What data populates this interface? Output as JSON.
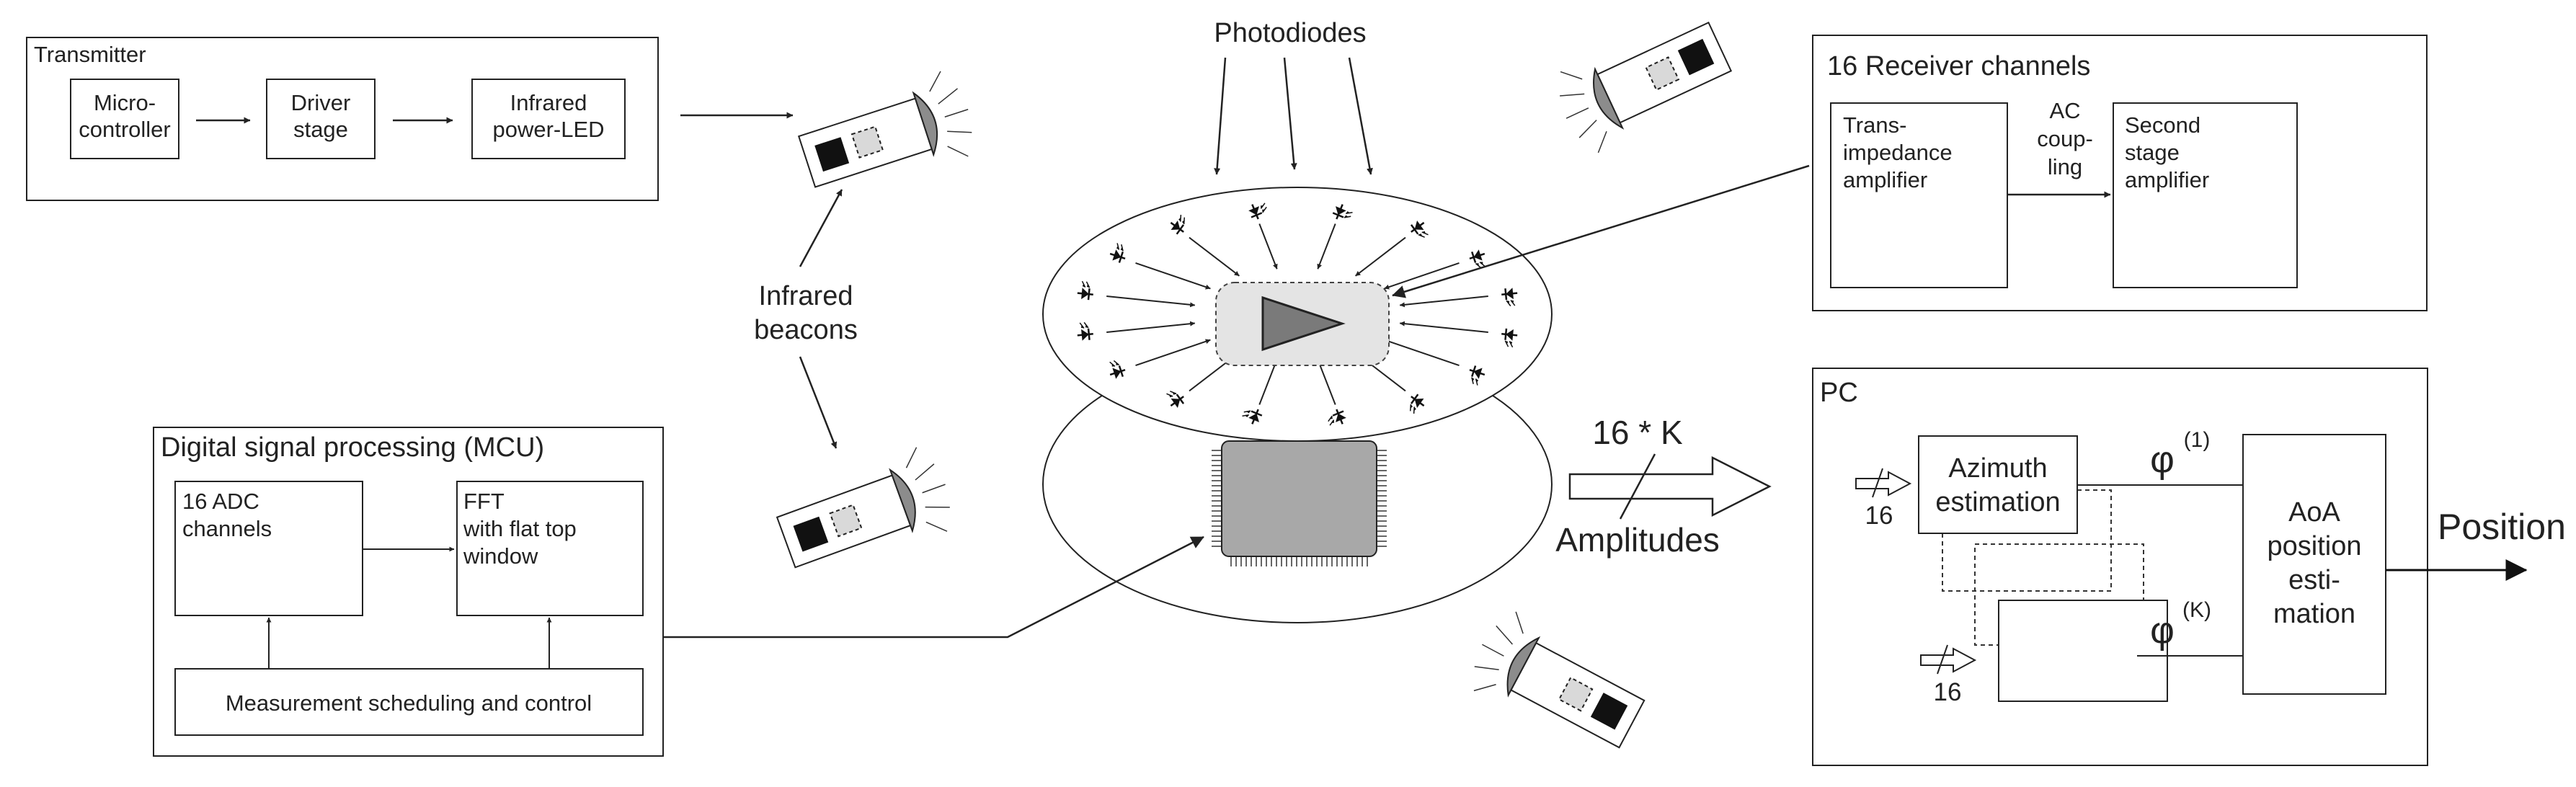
{
  "transmitter": {
    "title": "Transmitter",
    "block1": [
      "Micro-",
      "controller"
    ],
    "block2": [
      "Driver",
      "stage"
    ],
    "block3": [
      "Infrared",
      "power-LED"
    ]
  },
  "infrared_beacons_label": [
    "Infrared",
    "beacons"
  ],
  "photodiodes_label": "Photodiodes",
  "receiver": {
    "title": "16 Receiver channels",
    "tia": [
      "Trans-",
      "impedance",
      "amplifier"
    ],
    "ac_coupling": [
      "AC",
      "coup-",
      "ling"
    ],
    "second_stage": [
      "Second",
      "stage",
      "amplifier"
    ]
  },
  "dsp": {
    "title": "Digital signal processing (MCU)",
    "adc": [
      "16 ADC",
      "channels"
    ],
    "fft": [
      "FFT",
      "with flat top",
      "window"
    ],
    "scheduling": "Measurement scheduling and control"
  },
  "link": {
    "count": "16 * K",
    "label": "Amplitudes"
  },
  "pc": {
    "title": "PC",
    "azimuth": [
      "Azimuth",
      "estimation"
    ],
    "input_count_top": "16",
    "input_count_bottom": "16",
    "phi_top": "φ",
    "phi_top_sup": "(1)",
    "phi_bottom": "φ",
    "phi_bottom_sup": "(K)",
    "aoa": [
      "AoA",
      "position",
      "esti-",
      "mation"
    ]
  },
  "output_label": "Position",
  "colors": {
    "line": "#222222",
    "box_fill": "#ffffff",
    "chip_fill": "#a8a8a8",
    "lens_fill": "#8c8c8c",
    "triangle_fill": "#7a7a7a",
    "amp_area_fill": "#e4e4e4",
    "dark_square": "#111111"
  },
  "icons": {
    "beacon": "infrared-beacon-icon",
    "photodiode": "photodiode-icon",
    "chip": "microcontroller-chip-icon",
    "amplifier": "amplifier-triangle-icon"
  }
}
